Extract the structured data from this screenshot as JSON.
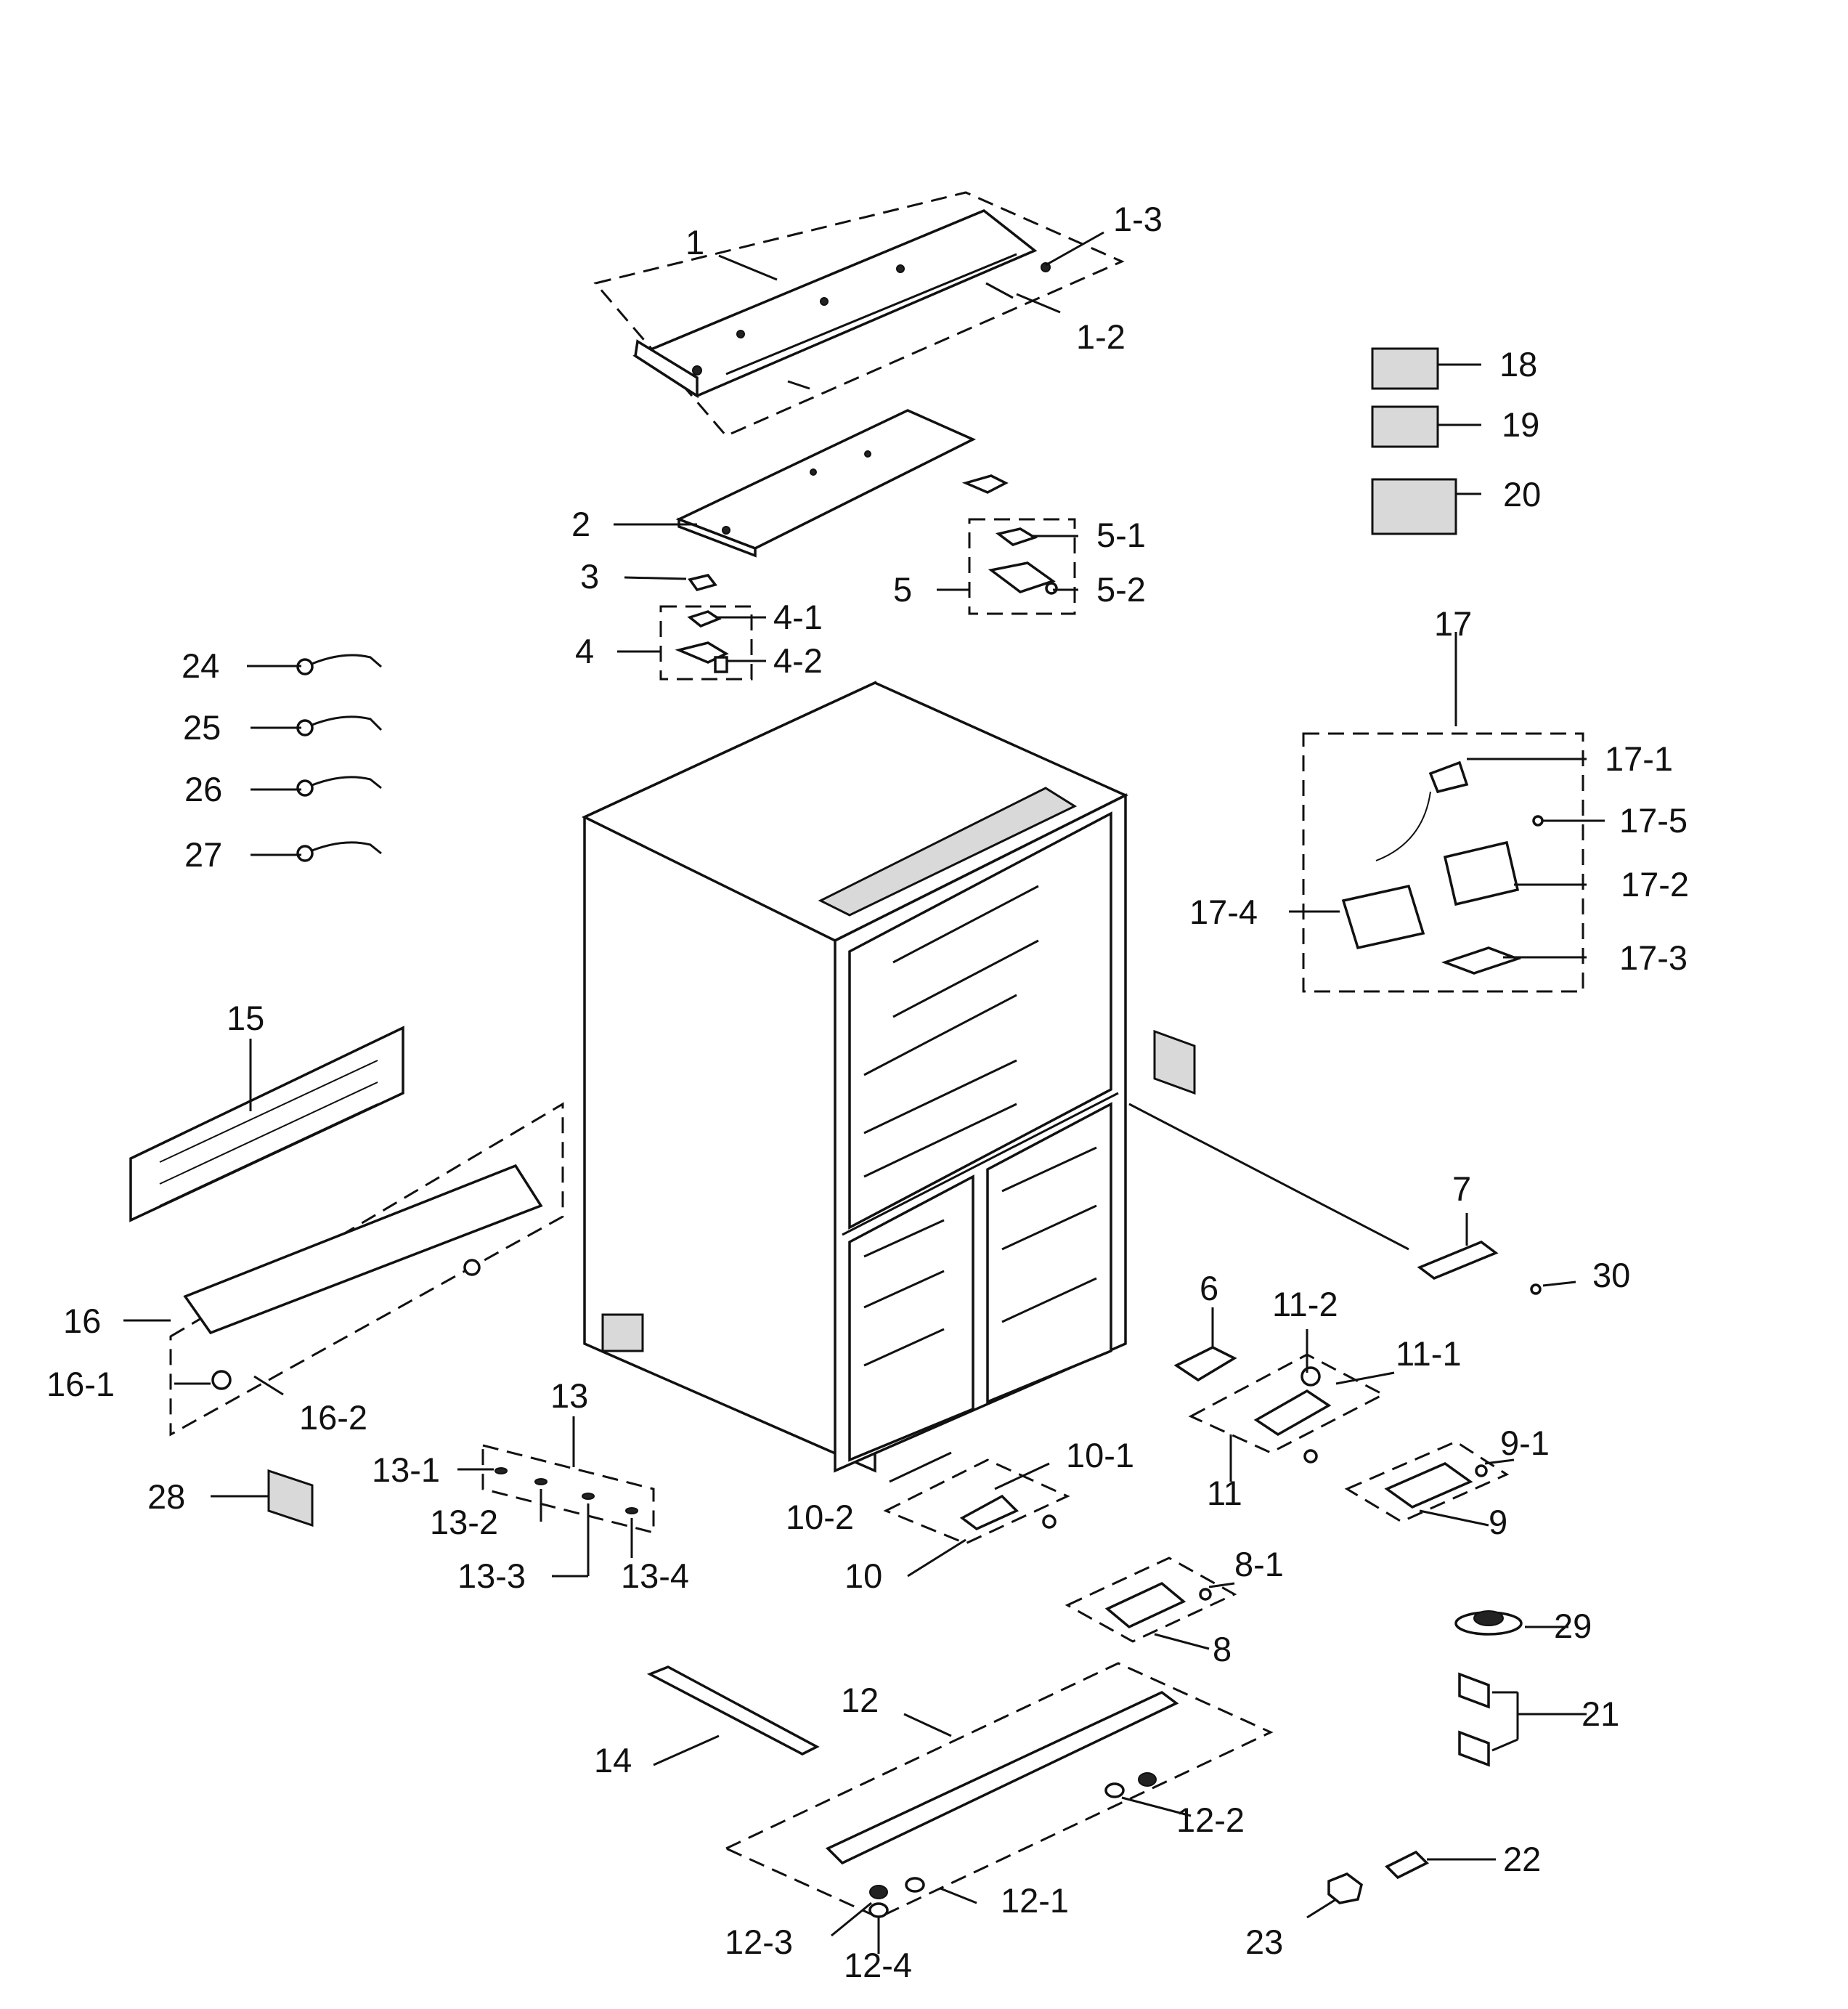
{
  "diagram": {
    "type": "exploded-parts-view",
    "callouts": {
      "p1": "1",
      "p1_2": "1-2",
      "p1_3": "1-3",
      "p2": "2",
      "p3": "3",
      "p4": "4",
      "p4_1": "4-1",
      "p4_2": "4-2",
      "p5": "5",
      "p5_1": "5-1",
      "p5_2": "5-2",
      "p6": "6",
      "p7": "7",
      "p8": "8",
      "p8_1": "8-1",
      "p9": "9",
      "p9_1": "9-1",
      "p10": "10",
      "p10_1": "10-1",
      "p10_2": "10-2",
      "p11": "11",
      "p11_1": "11-1",
      "p11_2": "11-2",
      "p12": "12",
      "p12_1": "12-1",
      "p12_2": "12-2",
      "p12_3": "12-3",
      "p12_4": "12-4",
      "p13": "13",
      "p13_1": "13-1",
      "p13_2": "13-2",
      "p13_3": "13-3",
      "p13_4": "13-4",
      "p14": "14",
      "p15": "15",
      "p16": "16",
      "p16_1": "16-1",
      "p16_2": "16-2",
      "p17": "17",
      "p17_1": "17-1",
      "p17_2": "17-2",
      "p17_3": "17-3",
      "p17_4": "17-4",
      "p17_5": "17-5",
      "p18": "18",
      "p19": "19",
      "p20": "20",
      "p21": "21",
      "p22": "22",
      "p23": "23",
      "p24": "24",
      "p25": "25",
      "p26": "26",
      "p27": "27",
      "p28": "28",
      "p29": "29",
      "p30": "30"
    }
  }
}
